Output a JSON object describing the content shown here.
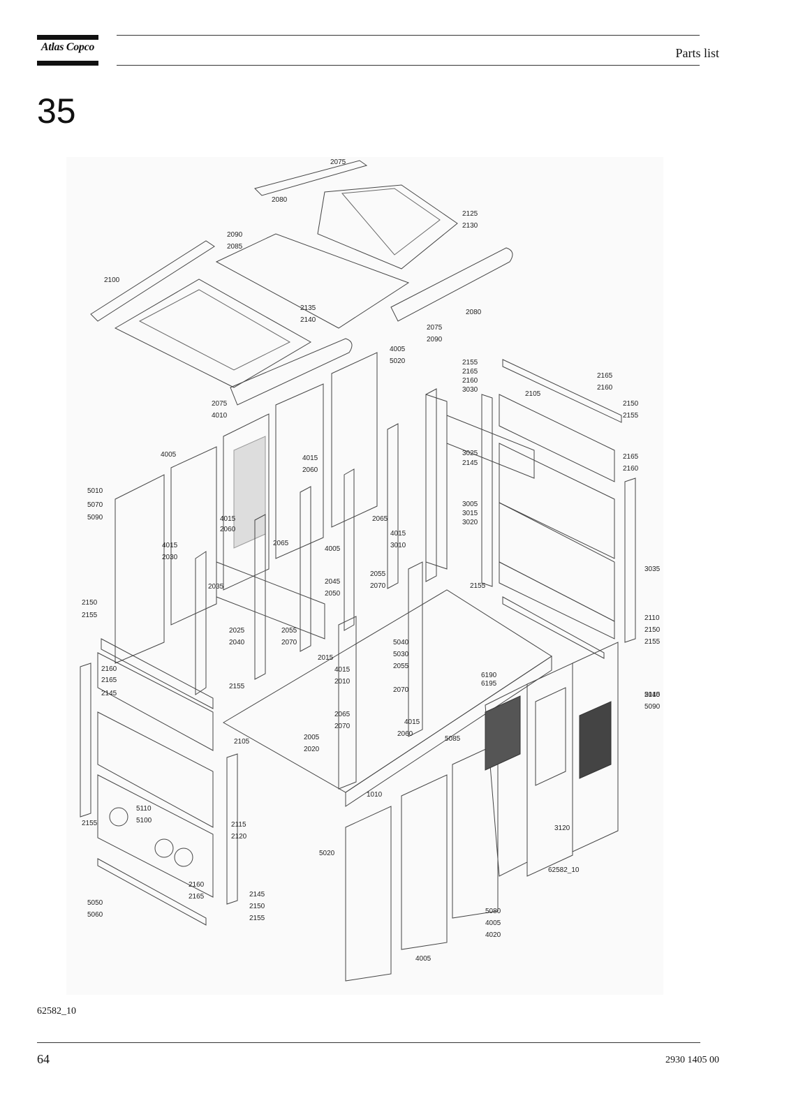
{
  "header": {
    "brand": "Atlas Copco",
    "title": "Parts list"
  },
  "section": {
    "number": "35"
  },
  "figure": {
    "labels": [
      "2075",
      "2080",
      "2125",
      "2130",
      "2090",
      "2085",
      "2100",
      "2135",
      "2140",
      "2080",
      "2075",
      "2090",
      "4005",
      "5020",
      "2155",
      "2165",
      "2160",
      "3030",
      "2105",
      "2165",
      "2160",
      "2150",
      "2155",
      "2075",
      "4010",
      "4005",
      "4015",
      "2060",
      "5010",
      "5070",
      "5090",
      "3025",
      "2145",
      "2165",
      "2160",
      "3005",
      "3015",
      "3020",
      "4015",
      "3010",
      "2065",
      "4015",
      "2060",
      "4015",
      "2030",
      "2035",
      "2065",
      "4005",
      "2045",
      "2050",
      "2055",
      "2070",
      "2155",
      "3035",
      "2150",
      "2155",
      "2025",
      "2040",
      "2055",
      "2070",
      "2015",
      "5040",
      "5030",
      "2145",
      "2110",
      "2150",
      "2155",
      "2160",
      "2165",
      "2145",
      "4015",
      "2010",
      "2055",
      "6190",
      "6195",
      "5010",
      "5090",
      "2070",
      "2065",
      "2070",
      "4015",
      "2060",
      "2155",
      "2105",
      "2005",
      "2020",
      "5085",
      "1010",
      "5110",
      "5100",
      "2115",
      "2120",
      "3120",
      "2155",
      "5020",
      "62582_10",
      "2160",
      "2165",
      "2145",
      "2150",
      "2155",
      "5050",
      "5060",
      "5080",
      "4005",
      "4020",
      "4005"
    ],
    "caption": "62582_10"
  },
  "footer": {
    "page_number": "64",
    "doc_number": "2930 1405 00"
  }
}
